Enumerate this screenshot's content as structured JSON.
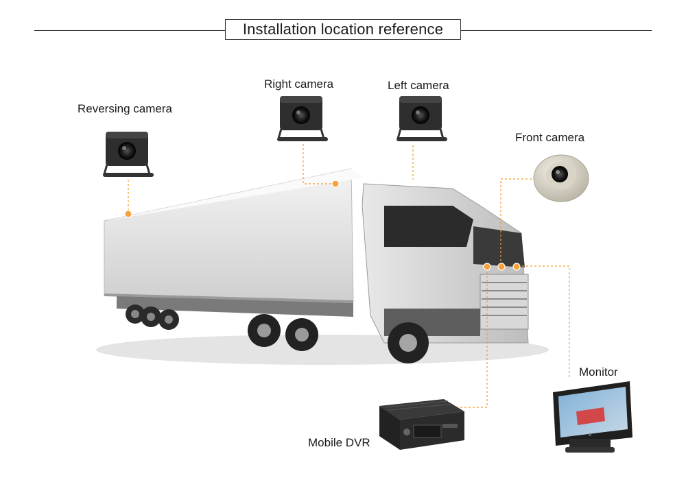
{
  "title": "Installation location reference",
  "labels": {
    "reversing_camera": "Reversing camera",
    "right_camera": "Right camera",
    "left_camera": "Left camera",
    "front_camera": "Front camera",
    "monitor": "Monitor",
    "mobile_dvr": "Mobile DVR"
  },
  "colors": {
    "connector": "#f39a2b",
    "marker_fill": "#f7a13b"
  }
}
